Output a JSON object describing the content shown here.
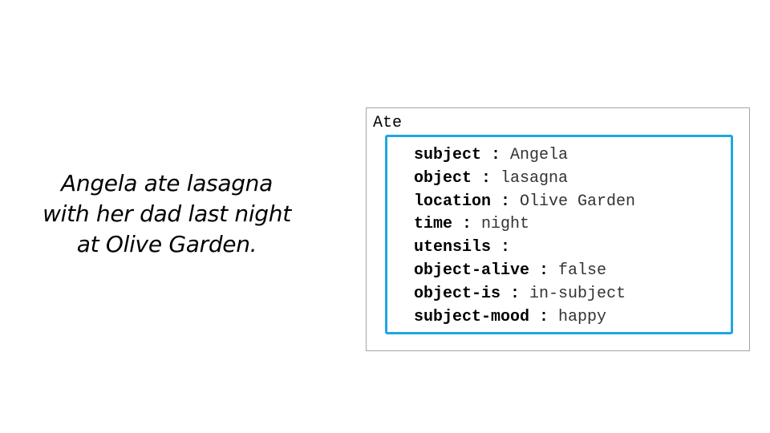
{
  "sentence": "Angela ate lasagna\nwith her dad last night\nat Olive Garden.",
  "frame": {
    "title": "Ate",
    "border_color": "#a6a6a6",
    "inner_border_color": "#1ea7e0",
    "slots": [
      {
        "key": "subject",
        "sep": " : ",
        "value": "Angela"
      },
      {
        "key": "object",
        "sep": " : ",
        "value": "lasagna"
      },
      {
        "key": "location",
        "sep": " : ",
        "value": "Olive Garden"
      },
      {
        "key": "time",
        "sep": " : ",
        "value": "night"
      },
      {
        "key": "utensils",
        "sep": " : ",
        "value": ""
      },
      {
        "key": "object-alive",
        "sep": " : ",
        "value": "false"
      },
      {
        "key": "object-is",
        "sep": " : ",
        "value": "in-subject"
      },
      {
        "key": "subject-mood",
        "sep": " : ",
        "value": "happy"
      }
    ]
  }
}
